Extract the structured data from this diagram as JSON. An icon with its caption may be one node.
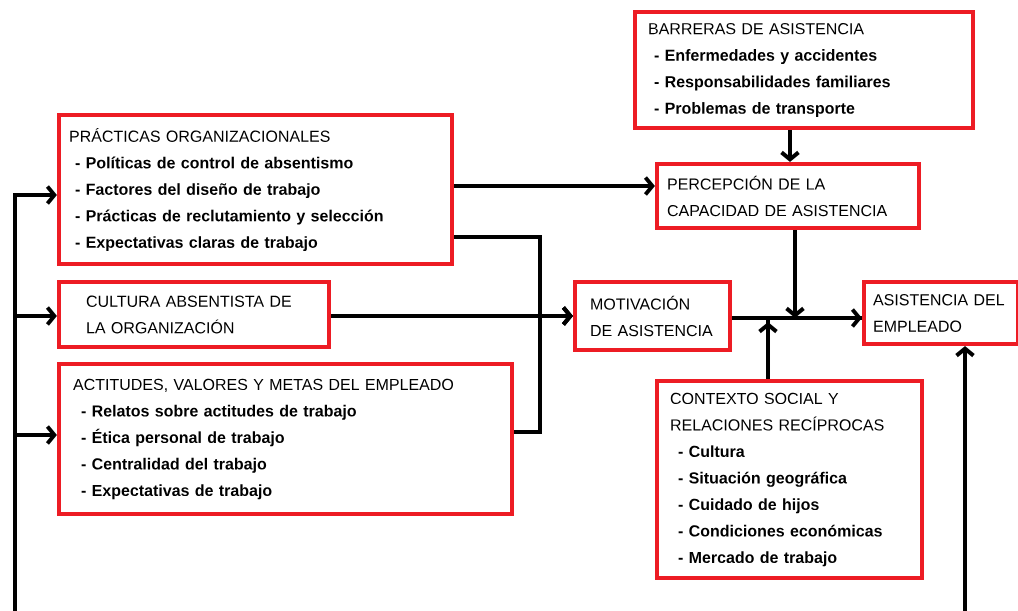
{
  "diagram": {
    "nodes": [
      {
        "text": [
          "BARRERAS DE ASISTENCIA",
          "- Enfermedades y accidentes",
          "- Responsabilidades familiares",
          "- Problemas de transporte"
        ]
      },
      {
        "text": [
          "PRÁCTICAS ORGANIZACIONALES",
          "- Políticas de control de absentismo",
          "- Factores del diseño de trabajo",
          "- Prácticas de reclutamiento y selección",
          "- Expectativas claras de trabajo"
        ]
      },
      {
        "text": [
          "CULTURA ABSENTISTA DE LA ORGANIZACIÓN"
        ]
      },
      {
        "text": [
          "ACTITUDES, VALORES Y METAS DEL EMPLEADO",
          "- Relatos sobre actitudes de trabajo",
          "- Ética personal de trabajo",
          "- Centralidad del trabajo",
          "- Expectativas de trabajo"
        ]
      },
      {
        "text": [
          "PERCEPCIÓN DE LA CAPACIDAD DE ASISTENCIA"
        ]
      },
      {
        "text": [
          "MOTIVACIÓN DE ASISTENCIA"
        ]
      },
      {
        "text": [
          "ASISTENCIA DEL EMPLEADO"
        ]
      },
      {
        "text": [
          "CONTEXTO SOCIAL Y RELACIONES RECÍPROCAS",
          "- Cultura",
          "- Situación geográfica",
          "- Cuidado de hijos",
          "- Condiciones económicas",
          "- Mercado de trabajo"
        ]
      }
    ],
    "edges": [
      {
        "from": 0,
        "to": 4,
        "arrow": "to"
      },
      {
        "from": 1,
        "to": 4,
        "arrow": "to"
      },
      {
        "from": 1,
        "to": 5,
        "arrow": "to"
      },
      {
        "from": 2,
        "to": 5,
        "arrow": "to"
      },
      {
        "from": 3,
        "to": 5,
        "arrow": "to"
      },
      {
        "from": 5,
        "to": 6,
        "arrow": "to"
      },
      {
        "from": 4,
        "to": 6,
        "arrow": "to"
      },
      {
        "from": 7,
        "to": 6,
        "arrow": "to"
      },
      {
        "from": null,
        "to": 6,
        "arrow": "to"
      },
      {
        "from": null,
        "to": 1,
        "arrow": "to"
      },
      {
        "from": null,
        "to": 2,
        "arrow": "to"
      },
      {
        "from": null,
        "to": 3,
        "arrow": "to"
      }
    ]
  }
}
